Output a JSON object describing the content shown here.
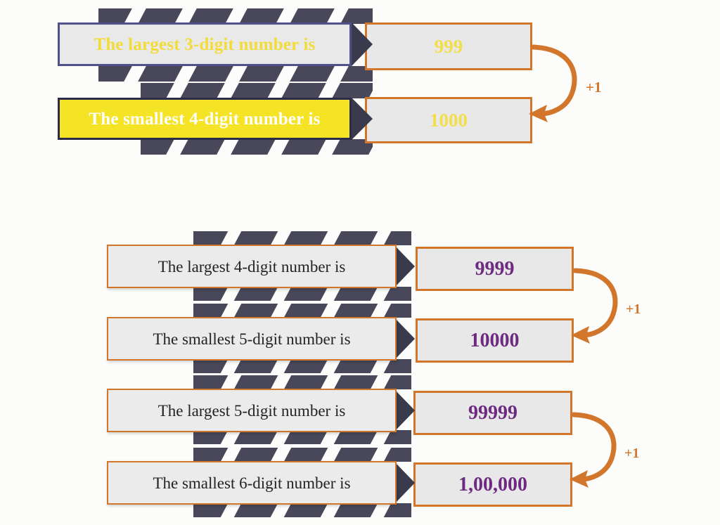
{
  "diagram": {
    "title": "Largest and smallest digit numbers with +1 relationship",
    "background_color": "#fcfcfb",
    "accent_orange": "#d2762c",
    "accent_navy": "#50508a",
    "accent_yellow": "#f5e425",
    "accent_purple": "#6d2a80"
  },
  "sections": [
    {
      "name": "three-four-digit",
      "rows": [
        {
          "label": "The largest 3-digit number is",
          "value": "999"
        },
        {
          "label": "The smallest 4-digit number is",
          "value": "1000"
        }
      ],
      "connector": {
        "label": "+1"
      }
    },
    {
      "name": "four-five-digit",
      "rows": [
        {
          "label": "The largest 4-digit number is",
          "value": "9999"
        },
        {
          "label": "The smallest 5-digit number is",
          "value": "10000"
        }
      ],
      "connector": {
        "label": "+1"
      }
    },
    {
      "name": "five-six-digit",
      "rows": [
        {
          "label": "The largest 5-digit number is",
          "value": "99999"
        },
        {
          "label": "The smallest 6-digit number is",
          "value": "1,00,000"
        }
      ],
      "connector": {
        "label": "+1"
      }
    }
  ]
}
